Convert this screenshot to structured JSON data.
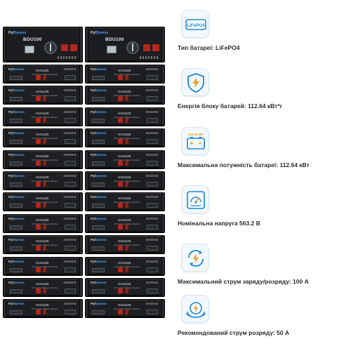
{
  "bdu": {
    "brand_prefix": "Pyl",
    "brand_name": "Dyness",
    "model": "BDU100"
  },
  "module": {
    "brand_prefix": "Pyl",
    "brand_name": "Dyness",
    "model": "HV51100",
    "subtitle": "LFP Lithium Battery Module",
    "count_per_stack": 12
  },
  "specs": [
    {
      "icon": "lifepo4-icon",
      "icon_text": "LiFePO4",
      "label": "Тип батареї: LiFePO4"
    },
    {
      "icon": "shield-bolt-icon",
      "icon_text": "",
      "label": "Енергія блоку батарей: 112.64 кВт*г"
    },
    {
      "icon": "battery-icon",
      "icon_text": "112.64 кВт",
      "label": "Максимальна потужність батареї: 112.64 кВт"
    },
    {
      "icon": "voltmeter-icon",
      "icon_text": "",
      "label": "Номінальна напруга 563.2 В"
    },
    {
      "icon": "charge-cycle-icon",
      "icon_text": "",
      "label": "Максимальний струм заряду/розряду: 100 А"
    },
    {
      "icon": "discharge-hands-icon",
      "icon_text": "",
      "label": "Рекомендований струм розряду: 50 А"
    }
  ],
  "colors": {
    "icon_blue": "#1e88d6",
    "icon_orange": "#f0a21a",
    "rack_dark": "#1d1f22",
    "terminal_red": "#b3261e"
  }
}
